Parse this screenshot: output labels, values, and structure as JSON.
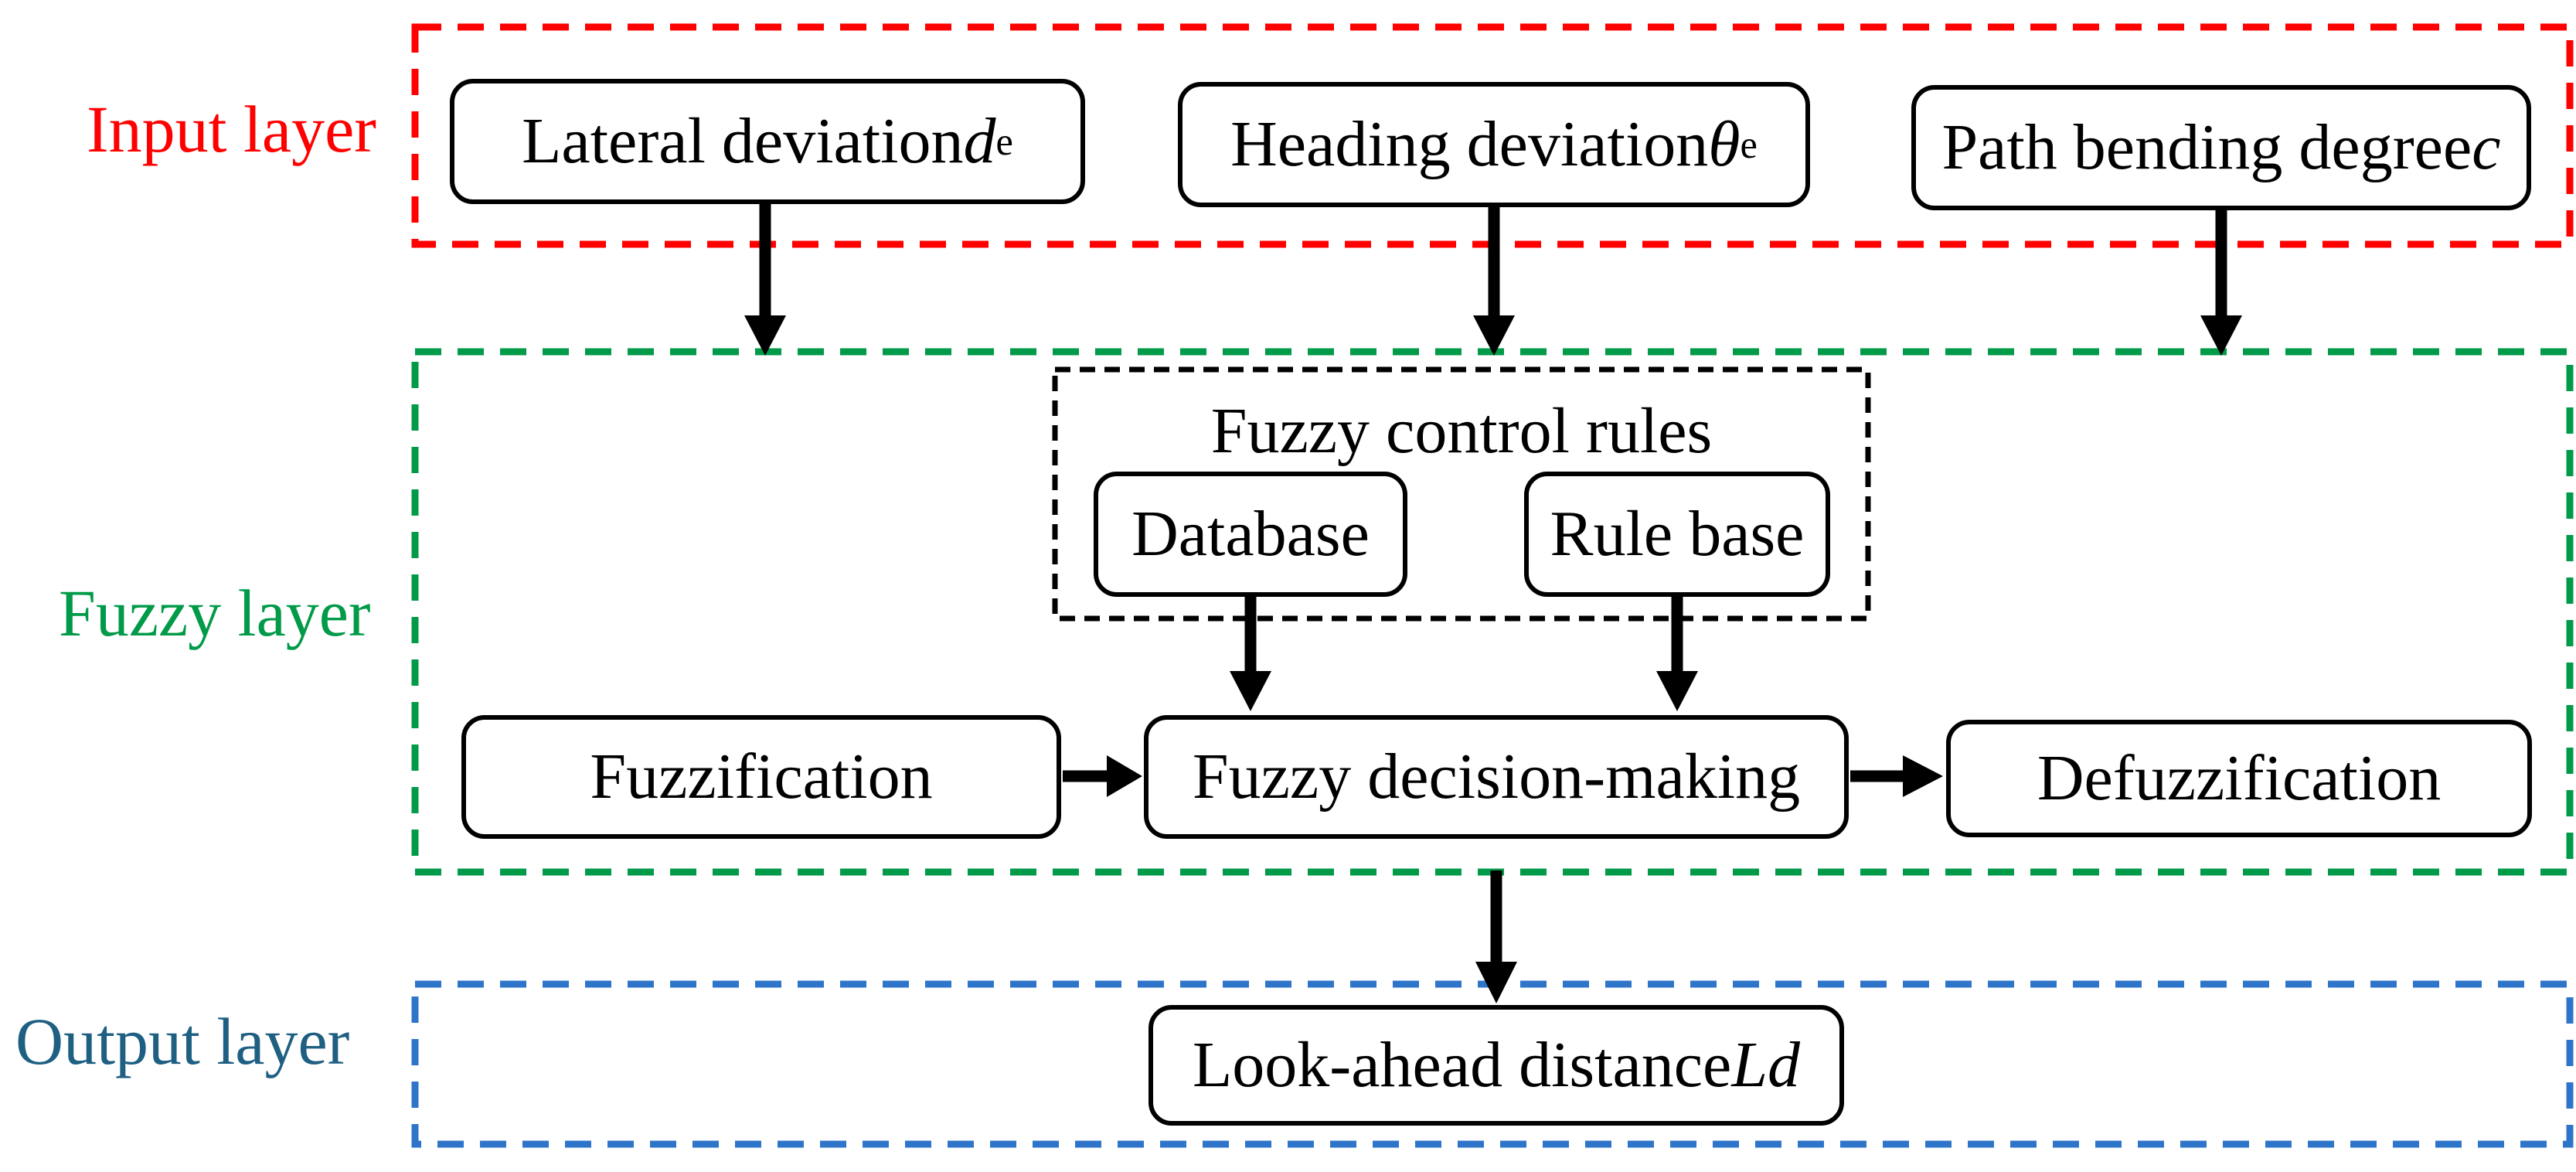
{
  "figure": {
    "description": "Fuzzy controller structure diagram with input, fuzzy and output layers"
  },
  "colors": {
    "input_layer_red": "#FF0000",
    "fuzzy_layer_green": "#009A48",
    "output_layer_border_blue": "#2E75C9",
    "output_layer_text_blue": "#1E5F82",
    "line_black": "#000000"
  },
  "layers": {
    "input": {
      "label": "Input layer"
    },
    "fuzzy": {
      "label": "Fuzzy layer"
    },
    "output": {
      "label": "Output layer"
    }
  },
  "nodes": {
    "lateral": {
      "text": "Lateral deviation ",
      "symbol": "d",
      "subscript": "e"
    },
    "heading": {
      "text": "Heading deviation ",
      "symbol": "θ",
      "subscript": "e"
    },
    "path": {
      "text": "Path bending degree ",
      "symbol": "c",
      "subscript": ""
    },
    "rules_title": {
      "text": "Fuzzy control rules"
    },
    "database": {
      "text": "Database"
    },
    "rulebase": {
      "text": "Rule base"
    },
    "fuzzification": {
      "text": "Fuzzification"
    },
    "decision": {
      "text": "Fuzzy decision-making"
    },
    "defuzzification": {
      "text": "Defuzzification"
    },
    "lookahead": {
      "text": "Look-ahead distance ",
      "symbol": "Ld",
      "subscript": ""
    }
  }
}
